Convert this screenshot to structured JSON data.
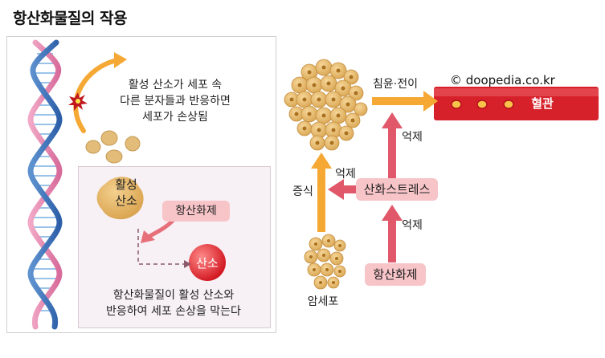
{
  "title": "항산화물질의 작용",
  "left": {
    "caption_line1": "활성 산소가 세포 속",
    "caption_line2": "다른 분자들과 반응하면",
    "caption_line3": "세포가 손상됨",
    "ros_line1": "활성",
    "ros_line2": "산소",
    "antioxidant": "항산화제",
    "oxygen": "산소",
    "bottom_line1": "항산화물질이 활성 산소와",
    "bottom_line2": "반응하여 세포 손상을 막는다"
  },
  "right": {
    "copyright": "© doopedia.co.kr",
    "metastasis": "침윤·전이",
    "blood_vessel": "혈관",
    "suppress_top": "억제",
    "suppress_middle": "억제",
    "suppress_bottom": "억제",
    "proliferation": "증식",
    "oxidative_stress": "산화스트레스",
    "cancer_cell": "암세포",
    "antioxidant": "항산화제"
  },
  "colors": {
    "orange_arrow": "#f5a833",
    "pink_arrow": "#e05869",
    "vessel": "#d6202a",
    "pill_fill": "#f7c4c8",
    "oxygen_ball": "#e3242b",
    "ros_blob": "#e6b35c",
    "cell": "#ecc27d"
  }
}
